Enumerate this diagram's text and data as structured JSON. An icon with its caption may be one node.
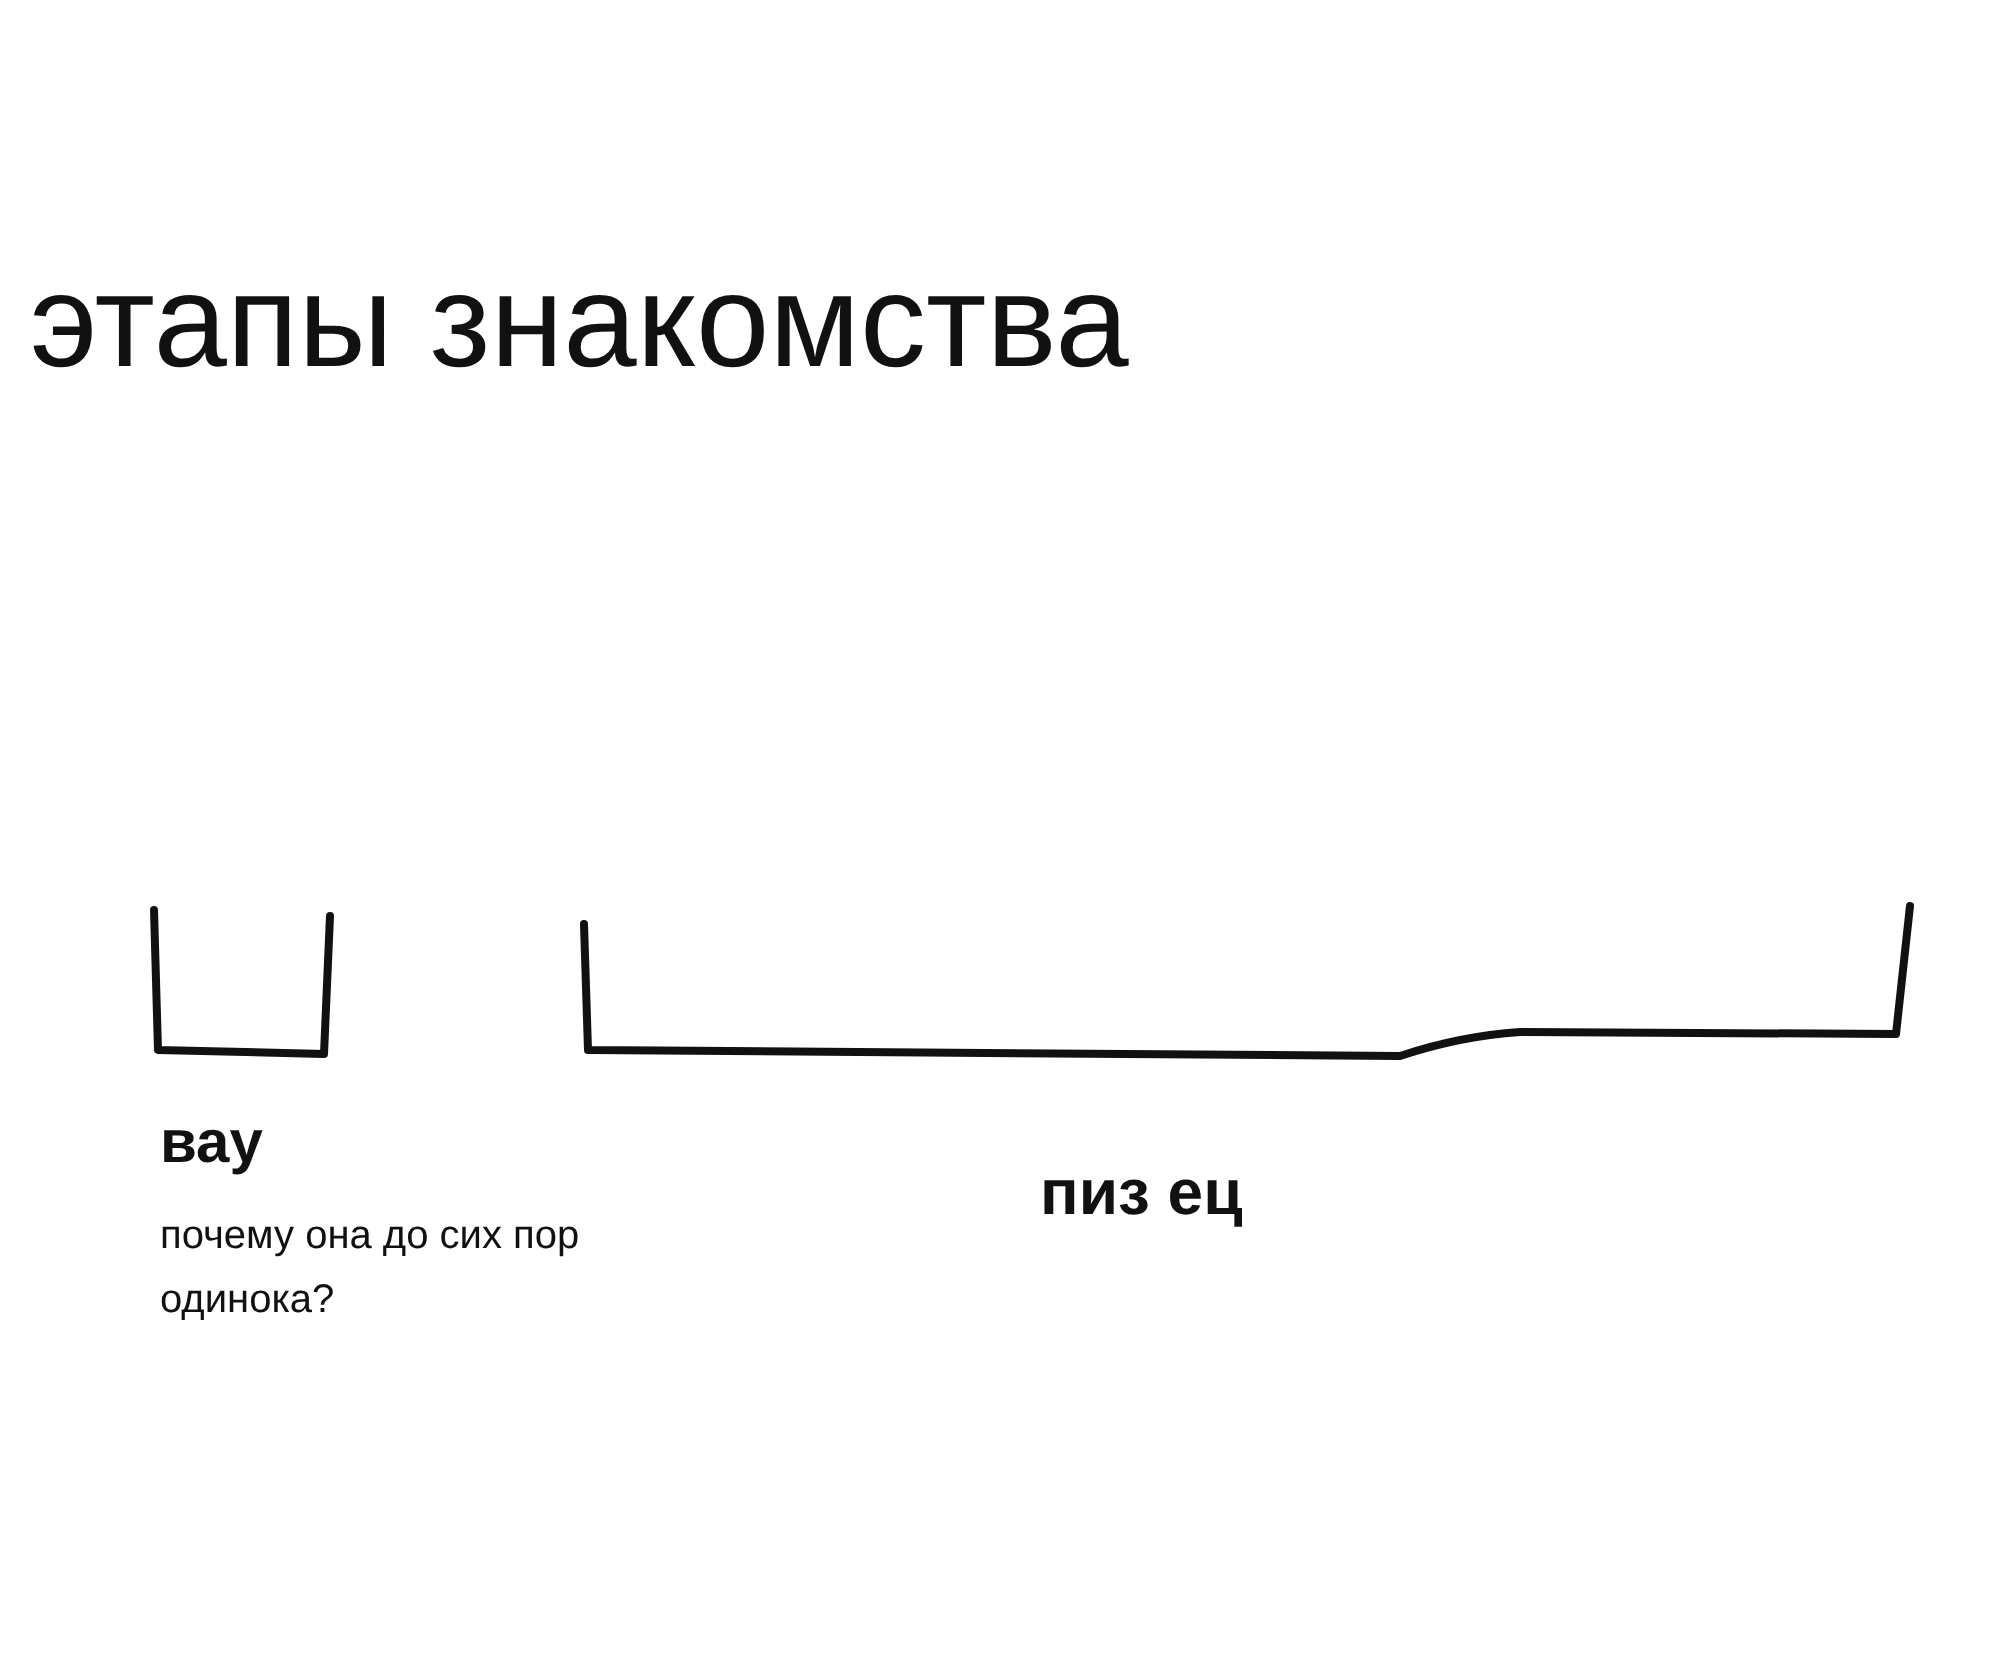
{
  "diagram": {
    "title": "этапы знакомства",
    "labels": [
      "вау",
      "почему она до сих пор одинока?",
      "пиз ец"
    ]
  }
}
